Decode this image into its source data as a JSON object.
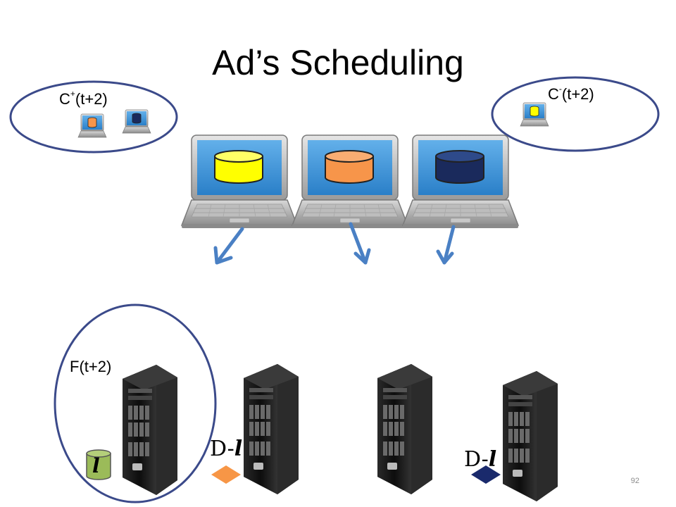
{
  "slide": {
    "title": "Ad’s Scheduling",
    "page_number": "92"
  },
  "groups": {
    "c_plus": {
      "prefix": "C",
      "sup": "+",
      "suffix": "(t+2)"
    },
    "c_minus": {
      "prefix": "C",
      "sup": "-",
      "suffix": "(t+2)"
    },
    "f": {
      "label": "F(t+2)"
    }
  },
  "colors": {
    "ellipse_stroke": "#3b4a8a",
    "arrow": "#4a80c4",
    "yellow": "#ffff00",
    "orange": "#f7954a",
    "navy": "#1a2a5c",
    "green_cylinder": "#9bbb59",
    "orange_diamond": "#f79646",
    "navy_diamond": "#1a2a6c"
  },
  "content": {
    "local_item_label": "l",
    "replica_label": "D-",
    "replica_ell": "l"
  }
}
